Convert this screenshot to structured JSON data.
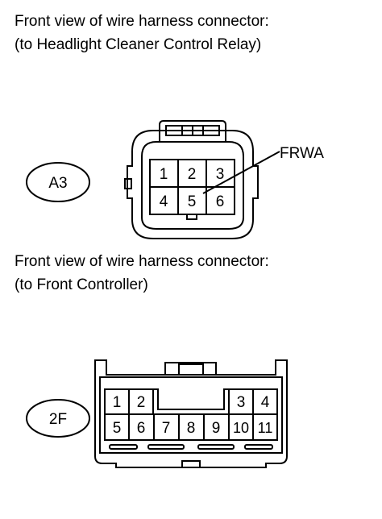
{
  "sections": [
    {
      "caption_line1": "Front view of wire harness connector:",
      "caption_line2": "(to Headlight Cleaner Control Relay)",
      "connector_code": "A3",
      "terminals": [
        "1",
        "2",
        "3",
        "4",
        "5",
        "6"
      ],
      "wire_label": "FRWA"
    },
    {
      "caption_line1": "Front view of wire harness connector:",
      "caption_line2": "(to Front Controller)",
      "connector_code": "2F",
      "terminals": [
        "1",
        "2",
        "3",
        "4",
        "5",
        "6",
        "7",
        "8",
        "9",
        "10",
        "11"
      ]
    }
  ]
}
